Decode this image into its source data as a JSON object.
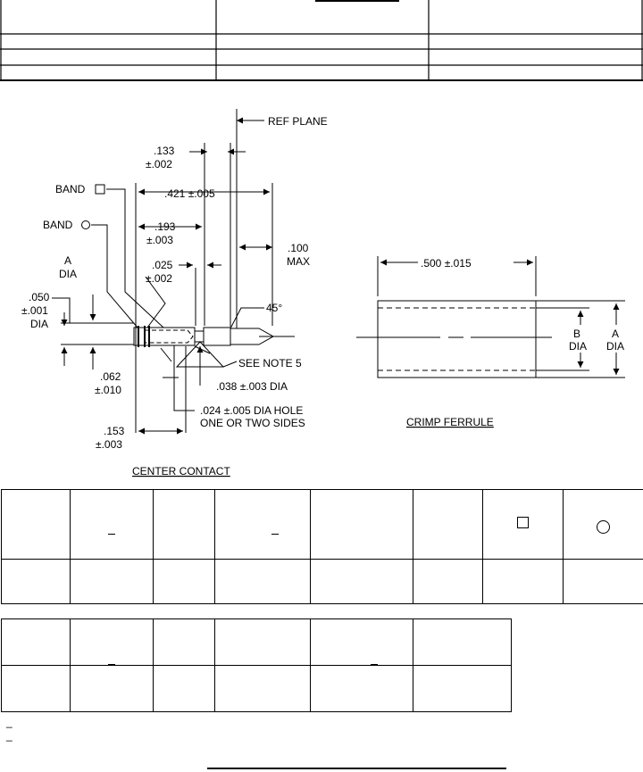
{
  "center_contact": {
    "labels": {
      "ref_plane": "REF PLANE",
      "dim_133": ".133",
      "tol_002_a": "±.002",
      "band": "BAND",
      "dim_421": ".421 ±.005",
      "dim_193": ".193",
      "tol_003_a": "±.003",
      "a": "A",
      "dia_a": "DIA",
      "dim_025": ".025",
      "tol_002_b": "±.002",
      "dim_100": ".100",
      "max": "MAX",
      "dim_050": ".050",
      "tol_001": "±.001",
      "dia_050": "DIA",
      "angle": "45°",
      "see_note": "SEE NOTE 5",
      "dim_038": ".038 ±.003 DIA",
      "dim_062": ".062",
      "tol_010": "±.010",
      "hole_1": ".024 ±.005 DIA HOLE",
      "hole_2": "ONE OR TWO SIDES",
      "dim_153": ".153",
      "tol_003_b": "±.003"
    },
    "caption": "CENTER CONTACT"
  },
  "crimp_ferrule": {
    "length": ".500 ±.015",
    "b": "B",
    "b_dia": "DIA",
    "a": "A",
    "a_dia": "DIA",
    "caption": "CRIMP FERRULE"
  },
  "notes": {
    "mark_1": "_",
    "mark_2": "_"
  },
  "icons": [
    "square-icon",
    "circle-icon"
  ],
  "colors": {
    "line": "#000000",
    "background": "#ffffff"
  }
}
